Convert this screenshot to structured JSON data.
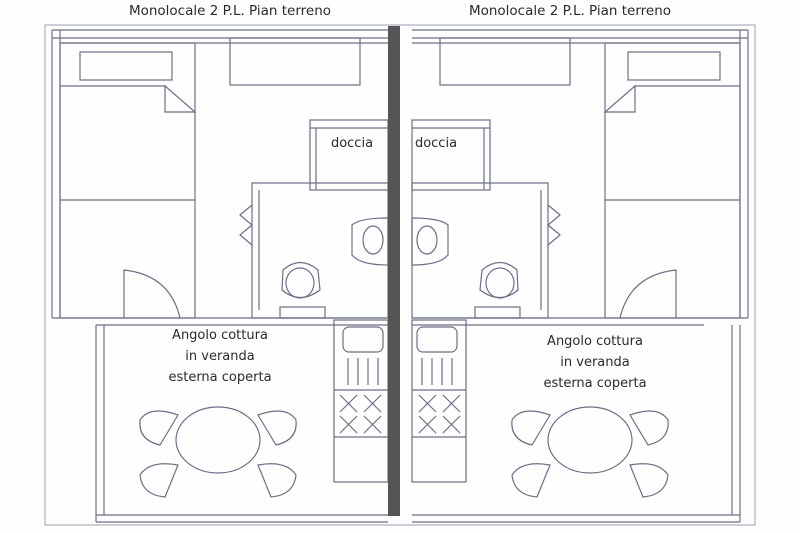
{
  "diagram": {
    "type": "floor-plan",
    "units": [
      {
        "title": "Monolocale 2 P.L. Pian terreno",
        "rooms": {
          "shower": "doccia",
          "veranda_line1": "Angolo cottura",
          "veranda_line2": "in veranda",
          "veranda_line3": "esterna coperta"
        }
      },
      {
        "title": "Monolocale 2 P.L. Pian terreno",
        "rooms": {
          "shower": "doccia",
          "veranda_line1": "Angolo cottura",
          "veranda_line2": "in veranda",
          "veranda_line3": "esterna coperta"
        }
      }
    ],
    "colors": {
      "line": "#6b6f86",
      "divider": "#555555",
      "background": "#fefeff"
    },
    "fixtures": [
      "double-bed",
      "wardrobe",
      "shower",
      "sink",
      "toilet",
      "door-swing",
      "kitchen-sink",
      "cooktop",
      "dining-table",
      "chair"
    ]
  }
}
